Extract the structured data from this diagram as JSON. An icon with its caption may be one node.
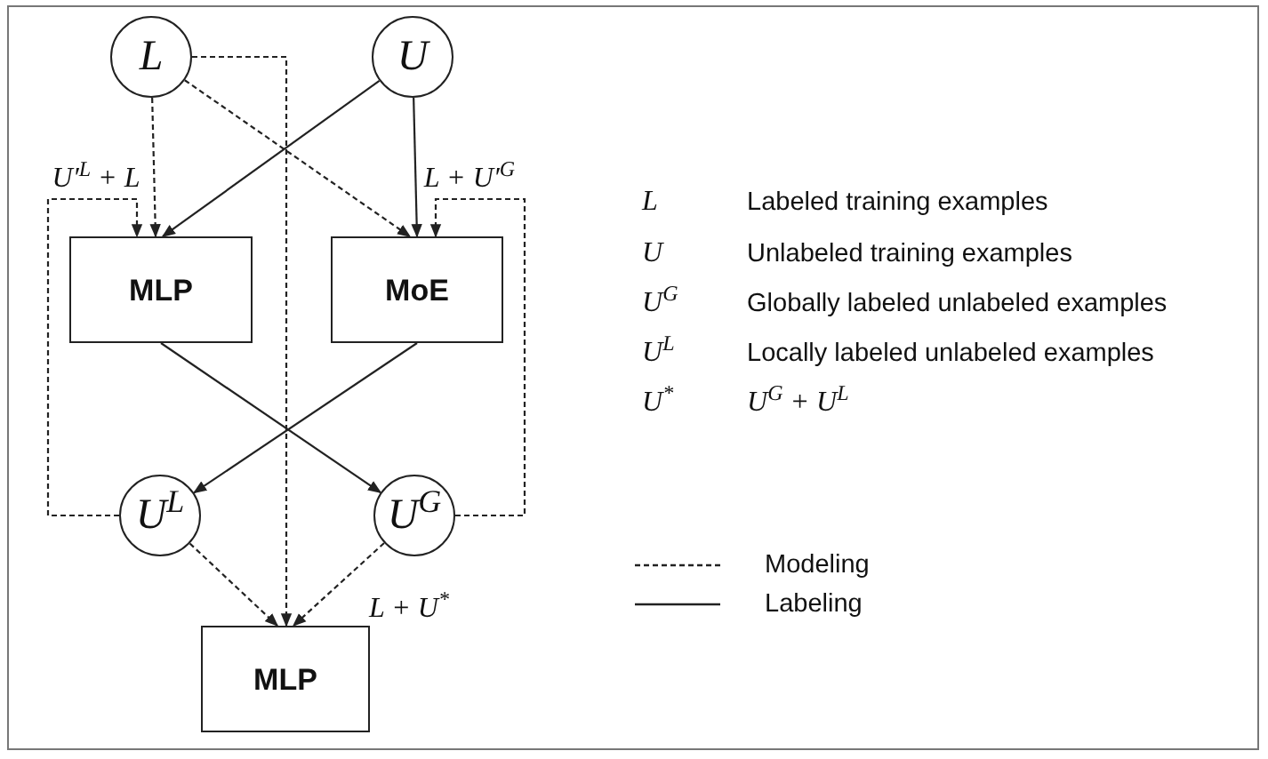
{
  "diagram": {
    "nodes": [
      {
        "text": [
          "L"
        ]
      },
      {
        "text": [
          "U"
        ]
      },
      {
        "text": [
          "MLP"
        ]
      },
      {
        "text": [
          "MoE"
        ]
      },
      {
        "text": [
          "U$^{L}$"
        ]
      },
      {
        "text": [
          "U$^{G}$"
        ]
      },
      {
        "text": [
          "MLP"
        ]
      }
    ],
    "edges": [
      {
        "from": 0,
        "to": 2,
        "arrow": "to",
        "style": "dashed"
      },
      {
        "from": 0,
        "to": 3,
        "arrow": "to",
        "style": "dashed"
      },
      {
        "from": 1,
        "to": 2,
        "arrow": "to"
      },
      {
        "from": 1,
        "to": 3,
        "arrow": "to"
      },
      {
        "from": 2,
        "to": 5,
        "arrow": "to"
      },
      {
        "from": 3,
        "to": 4,
        "arrow": "to"
      },
      {
        "from": 4,
        "to": 2,
        "arrow": "to",
        "style": "dashed",
        "label": "U′$^{L}$ + L"
      },
      {
        "from": 5,
        "to": 3,
        "arrow": "to",
        "style": "dashed",
        "label": "L + U′$^{G}$"
      },
      {
        "from": 0,
        "to": 6,
        "arrow": "to",
        "style": "dashed"
      },
      {
        "from": 4,
        "to": 6,
        "arrow": "to",
        "style": "dashed"
      },
      {
        "from": 5,
        "to": 6,
        "arrow": "to",
        "style": "dashed",
        "label": "L + U$^{*}$"
      }
    ],
    "labels": [
      "L",
      "Labeled training examples",
      "U",
      "Unlabeled training examples",
      "U$^{G}$",
      "Globally labeled unlabeled examples",
      "U$^{L}$",
      "Locally labeled unlabeled examples",
      "U$^{*}$",
      "U$^{G}$ + U$^{L}$"
    ],
    "legend": [
      {
        "text": "Modeling"
      },
      {
        "text": "Labeling"
      }
    ]
  }
}
